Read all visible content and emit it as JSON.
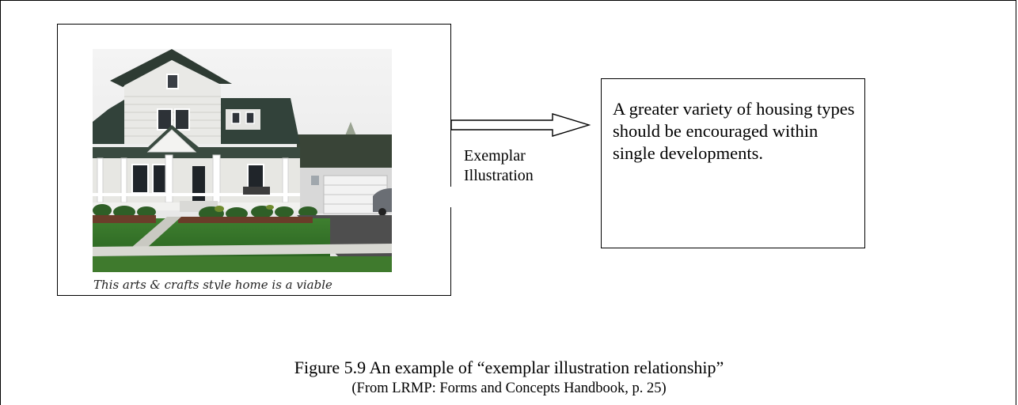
{
  "image_panel": {
    "photo": "house-photo",
    "caption_fragment": "This arts & crafts style home is a viable"
  },
  "connector": {
    "label": "Exemplar\nIllustration",
    "arrow": "right-arrow-icon"
  },
  "statement": {
    "text": "A greater variety of housing types should be encouraged within single developments."
  },
  "figure": {
    "caption": "Figure 5.9 An example of “exemplar illustration relationship”",
    "source": "(From LRMP: Forms and Concepts Handbook, p. 25)"
  }
}
